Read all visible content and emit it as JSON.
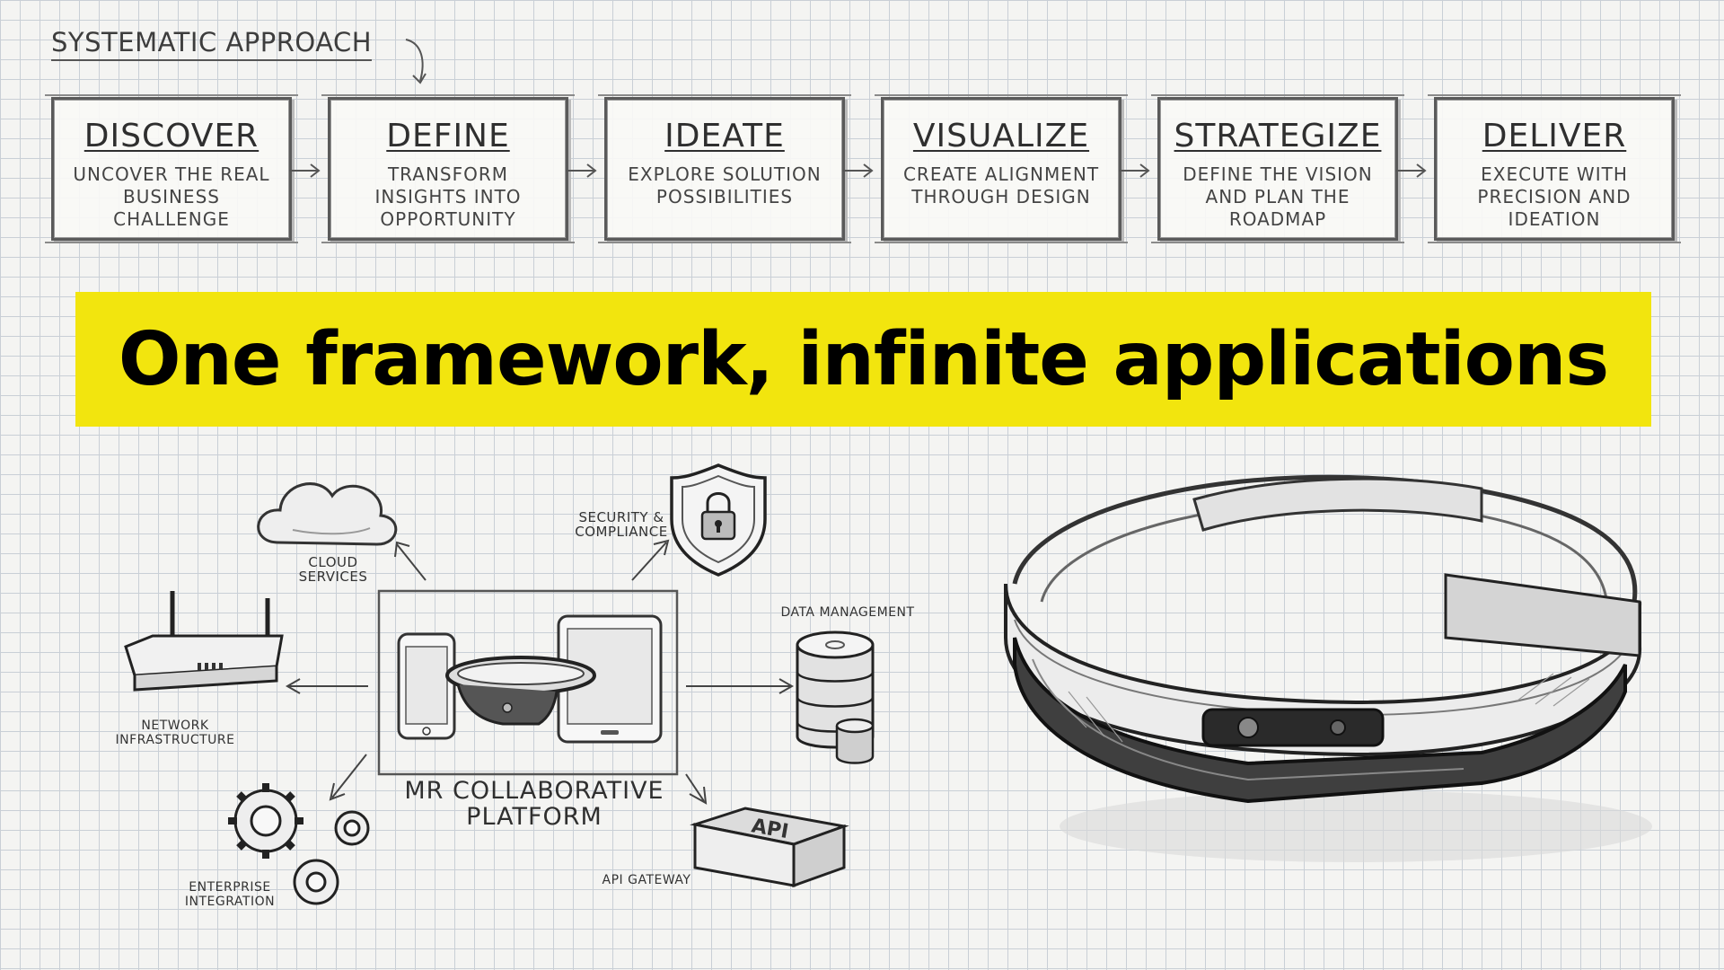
{
  "heading": "SYSTEMATIC APPROACH",
  "steps": [
    {
      "title": "DISCOVER",
      "description": "UNCOVER THE REAL BUSINESS CHALLENGE"
    },
    {
      "title": "DEFINE",
      "description": "TRANSFORM INSIGHTS INTO OPPORTUNITY"
    },
    {
      "title": "IDEATE",
      "description": "EXPLORE SOLUTION POSSIBILITIES"
    },
    {
      "title": "VISUALIZE",
      "description": "CREATE ALIGNMENT THROUGH DESIGN"
    },
    {
      "title": "STRATEGIZE",
      "description": "DEFINE THE VISION AND PLAN THE ROADMAP"
    },
    {
      "title": "DELIVER",
      "description": "EXECUTE WITH PRECISION AND IDEATION"
    }
  ],
  "banner": {
    "text": "One framework, infinite applications",
    "background": "#f2e50e",
    "color": "#000000"
  },
  "diagram": {
    "center_label": "MR COLLABORATIVE PLATFORM",
    "nodes": {
      "cloud": "CLOUD SERVICES",
      "security": "SECURITY & COMPLIANCE",
      "data": "DATA MANAGEMENT",
      "network": "NETWORK INFRASTRUCTURE",
      "enterprise": "ENTERPRISE INTEGRATION",
      "api": "API GATEWAY",
      "api_box_text": "API"
    }
  }
}
